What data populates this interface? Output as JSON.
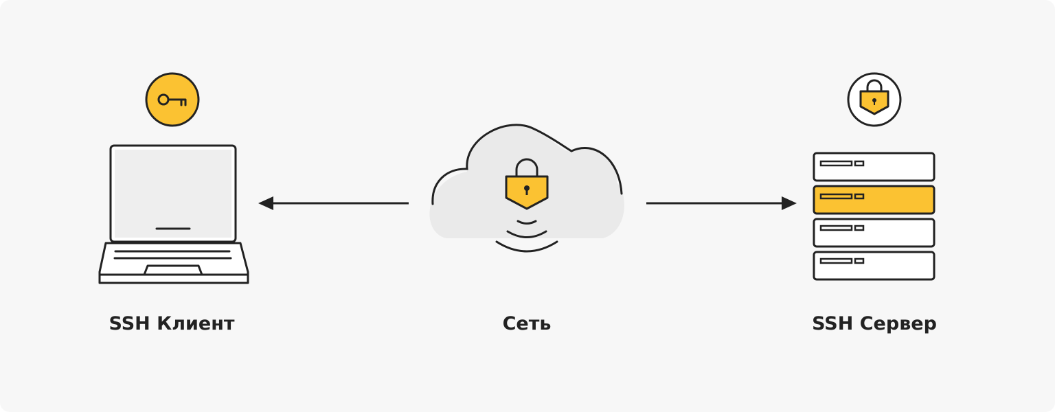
{
  "labels": {
    "client": "SSH Клиент",
    "network": "Сеть",
    "server": "SSH Сервер"
  },
  "icons": {
    "client_badge": "key-icon",
    "client_device": "laptop-icon",
    "network_node": "cloud-icon",
    "network_lock": "padlock-icon",
    "network_signal": "wireless-signal-icon",
    "server_badge": "padlock-icon",
    "server_device": "server-rack-icon"
  },
  "arrows": [
    {
      "from": "network",
      "to": "client"
    },
    {
      "from": "network",
      "to": "server"
    }
  ],
  "colors": {
    "background": "#f7f7f7",
    "accent": "#fbc232",
    "stroke": "#222222",
    "fill_light": "#eeeeee",
    "fill_white": "#ffffff"
  }
}
